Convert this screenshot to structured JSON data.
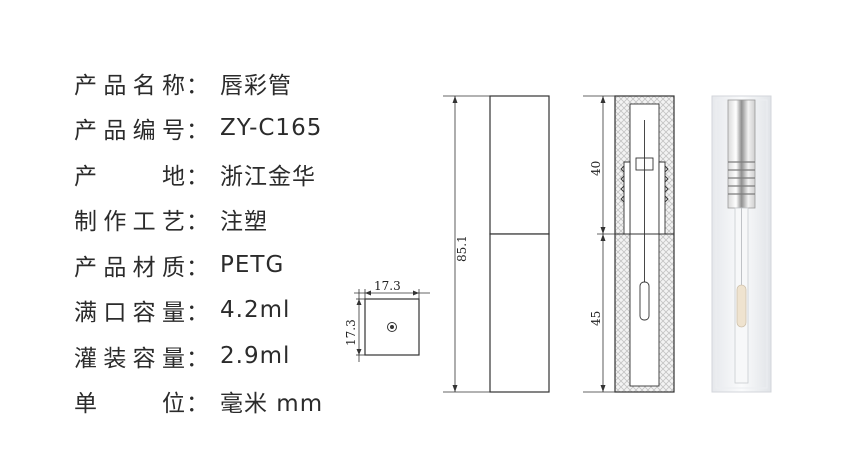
{
  "specs": [
    {
      "label": [
        "产",
        "品",
        "名",
        "称"
      ],
      "value": "唇彩管"
    },
    {
      "label": [
        "产",
        "品",
        "编",
        "号"
      ],
      "value": "ZY-C165"
    },
    {
      "label": [
        "产",
        "地"
      ],
      "value": "浙江金华"
    },
    {
      "label": [
        "制",
        "作",
        "工",
        "艺"
      ],
      "value": "注塑"
    },
    {
      "label": [
        "产",
        "品",
        "材",
        "质"
      ],
      "value": "PETG"
    },
    {
      "label": [
        "满",
        "口",
        "容",
        "量"
      ],
      "value": "4.2ml"
    },
    {
      "label": [
        "灌",
        "装",
        "容",
        "量"
      ],
      "value": "2.9ml"
    },
    {
      "label": [
        "单",
        "位"
      ],
      "value": "毫米 mm"
    }
  ],
  "colon": "：",
  "dimensions": {
    "total_height": "85.1",
    "top_width": "17.3",
    "top_depth": "17.3",
    "cap_height": "40",
    "body_height": "45"
  },
  "colors": {
    "text": "#2b2b2b",
    "line": "#333333",
    "hatch": "#bdbdbd"
  }
}
